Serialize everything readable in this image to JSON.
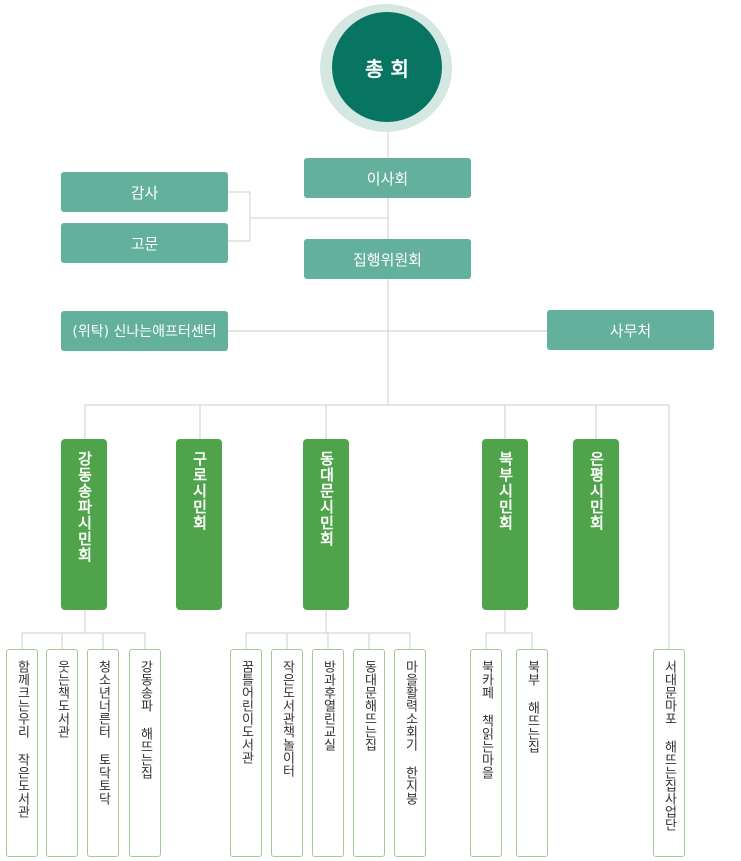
{
  "root": {
    "label": "총 회"
  },
  "board": {
    "label": "이사회"
  },
  "side_left": [
    {
      "label": "감사"
    },
    {
      "label": "고문"
    }
  ],
  "executive": {
    "label": "집행위원회"
  },
  "consigned": {
    "label": "(위탁) 신나는애프터센터"
  },
  "office": {
    "label": "사무처"
  },
  "branches": [
    {
      "label": "강동송파시민회",
      "children": [
        "함께크는우리 작은도서관",
        "웃는책도서관",
        "청소년너른터 토닥토닥",
        "강동송파 해뜨는집"
      ]
    },
    {
      "label": "구로시민회",
      "children": []
    },
    {
      "label": "동대문시민회",
      "children": [
        "꿈틀어린이도서관",
        "작은도서관책놀이터",
        "방과후열린교실",
        "동대문해뜨는집",
        "마을활력소회기 한지붕"
      ]
    },
    {
      "label": "북부시민회",
      "children": [
        "북카페 책읽는마을",
        "북부 해뜨는집"
      ]
    },
    {
      "label": "은평시민회",
      "children": []
    }
  ],
  "standalone": {
    "label": "서대문마포 해뜨는집사업단"
  },
  "colors": {
    "root": "#077561",
    "root_ring": "#d4e8e1",
    "teal": "#63b09c",
    "green": "#4fa34a",
    "leaf_border": "#a3c996",
    "line": "#c8c8c8"
  }
}
